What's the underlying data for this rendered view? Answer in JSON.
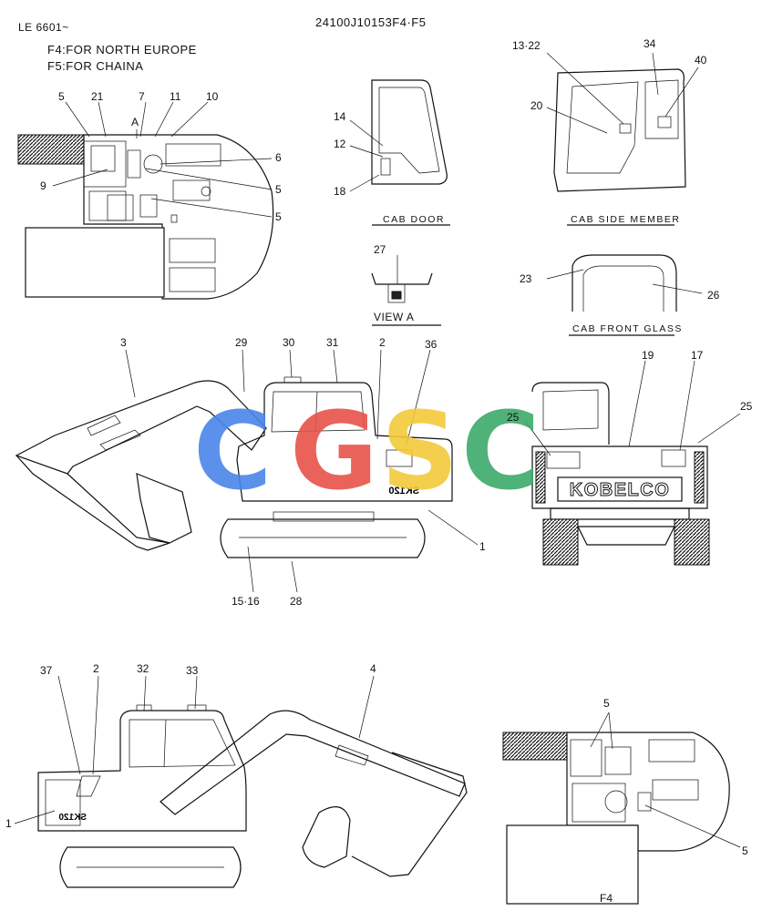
{
  "header": {
    "serial": "LE 6601~",
    "part_number": "24100J10153F4·F5",
    "variant_f4": "F4:FOR NORTH EUROPE",
    "variant_f5": "F5:FOR CHAINA"
  },
  "captions": {
    "cab_door": "CAB DOOR",
    "cab_side_member": "CAB SIDE MEMBER",
    "view_a": "VIEW A",
    "cab_front_glass": "CAB FRONT GLASS",
    "f4": "F4"
  },
  "decals": {
    "brand": "KOBELCO",
    "model": "SK120"
  },
  "watermark": {
    "letters": [
      "C",
      "G",
      "S",
      "C"
    ],
    "colors": [
      "#4a86e8",
      "#e8534a",
      "#f3c93a",
      "#3daa6a"
    ]
  },
  "callouts": {
    "top_view": {
      "c5": "5",
      "c21": "21",
      "c7": "7",
      "c11": "11",
      "c10": "10",
      "cA": "A",
      "c6": "6",
      "c9": "9",
      "c5b": "5",
      "c5c": "5"
    },
    "cab_door": {
      "c14": "14",
      "c12": "12",
      "c18": "18"
    },
    "cab_side": {
      "c13_22": "13·22",
      "c34": "34",
      "c40": "40",
      "c20": "20"
    },
    "view_a": {
      "c27": "27"
    },
    "front_glass": {
      "c23": "23",
      "c26": "26"
    },
    "side_view": {
      "c3": "3",
      "c29": "29",
      "c30": "30",
      "c31": "31",
      "c2": "2",
      "c36": "36",
      "c1": "1",
      "c15_16": "15·16",
      "c28": "28"
    },
    "rear_view": {
      "c19": "19",
      "c17": "17",
      "c25a": "25",
      "c25b": "25"
    },
    "left_view": {
      "c37": "37",
      "c2": "2",
      "c32": "32",
      "c33": "33",
      "c4": "4",
      "c1": "1"
    },
    "f4_view": {
      "c5a": "5",
      "c5b": "5"
    }
  }
}
